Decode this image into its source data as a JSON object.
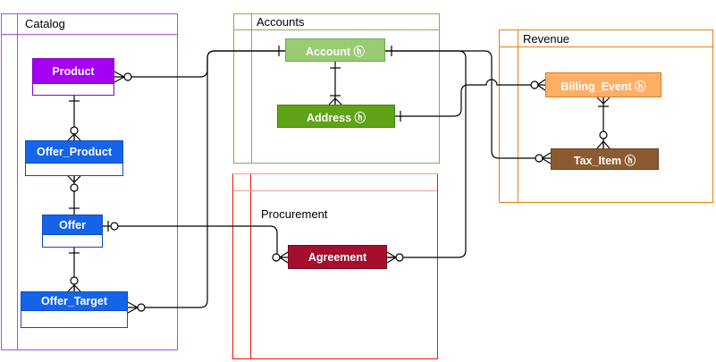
{
  "diagram": {
    "groups": [
      {
        "label": "Catalog",
        "color": "#AC4FE6"
      },
      {
        "label": "Accounts",
        "color": "#7FB352"
      },
      {
        "label": "Revenue",
        "color": "#E8820E"
      },
      {
        "label": "Procurement",
        "color": "#E8190C",
        "color_light": "#F49B96"
      }
    ],
    "entities": [
      {
        "label": "Product",
        "fill": "#A400F2",
        "stroke": "#8604C4"
      },
      {
        "label": "Offer_Product",
        "fill": "#1564E8",
        "stroke": "#0B4AC8"
      },
      {
        "label": "Offer",
        "fill": "#1564E8",
        "stroke": "#0B4AC8"
      },
      {
        "label": "Offer_Target",
        "fill": "#1564E8",
        "stroke": "#0B4AC8"
      },
      {
        "label": "Account ⓗ",
        "fill": "#98CB72",
        "stroke": "#70A84F"
      },
      {
        "label": "Address ⓗ",
        "fill": "#5FA317",
        "stroke": "#4A820F"
      },
      {
        "label": "Billing_Event ⓗ",
        "fill": "#FFAE66",
        "stroke": "#DD7E1A"
      },
      {
        "label": "Tax_Item ⓗ",
        "fill": "#8C5A31",
        "stroke": "#6B4423"
      },
      {
        "label": "Agreement",
        "fill": "#A50E2D",
        "stroke": "#7A0A21"
      }
    ],
    "relationships": [
      {
        "from": "Product",
        "from_card": "0..*",
        "to": "Account",
        "to_card": "1"
      },
      {
        "from": "Offer_Target",
        "from_card": "0..*",
        "to": "Account",
        "to_card": "1"
      },
      {
        "from": "Offer",
        "from_card": "0..1",
        "to": "Agreement",
        "to_card": "0..*"
      },
      {
        "from": "Agreement",
        "from_card": "0..*",
        "to": "Account",
        "to_card": "1"
      },
      {
        "from": "Address",
        "from_card": "1",
        "to": "Billing_Event",
        "to_card": "0..*"
      },
      {
        "from": "Account",
        "from_card": "1",
        "to": "Tax_Item",
        "to_card": "0..*"
      },
      {
        "from": "Product",
        "from_card": "1",
        "to": "Offer_Product",
        "to_card": "0..*"
      },
      {
        "from": "Offer",
        "from_card": "1",
        "to": "Offer_Product",
        "to_card": "0..*"
      },
      {
        "from": "Offer",
        "from_card": "1",
        "to": "Offer_Target",
        "to_card": "0..*"
      },
      {
        "from": "Account",
        "from_card": "1",
        "to": "Address",
        "to_card": "1..*"
      },
      {
        "from": "Billing_Event",
        "from_card": "1..*",
        "to": "Tax_Item",
        "to_card": "0..*"
      }
    ]
  }
}
